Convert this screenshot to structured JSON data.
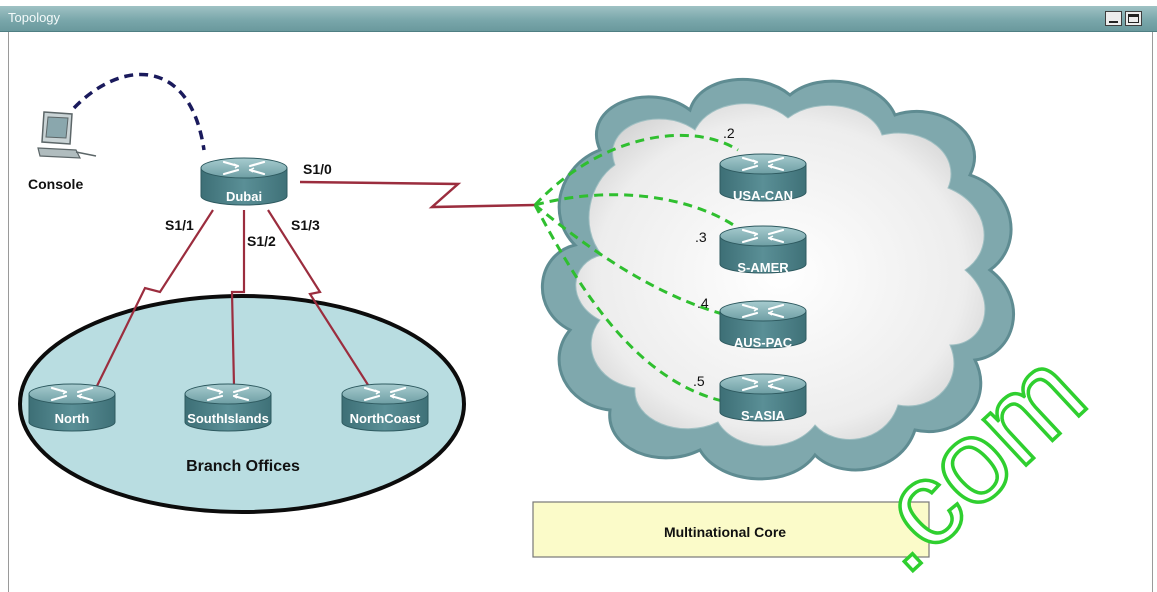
{
  "window": {
    "title": "Topology"
  },
  "devices": {
    "console": "Console",
    "hub": "Dubai",
    "branch_routers": [
      "North",
      "SouthIslands",
      "NorthCoast"
    ],
    "core_routers": [
      "USA-CAN",
      "S-AMER",
      "AUS-PAC",
      "S-ASIA"
    ]
  },
  "interfaces": {
    "s10": "S1/0",
    "s11": "S1/1",
    "s12": "S1/2",
    "s13": "S1/3"
  },
  "core_addresses": [
    ".2",
    ".3",
    ".4",
    ".5"
  ],
  "group_labels": {
    "branch": "Branch Offices",
    "core": "Multinational Core"
  },
  "watermark": ".com",
  "colors": {
    "titlebar": "#7aa7ab",
    "serial_link": "#9b2d3e",
    "frame_relay_pvc": "#2fbf2f",
    "console_cable": "#1a1a5c",
    "router_body": "#5a8f96",
    "branch_area": "#b9dde1",
    "core_label_box": "#fbfbc9",
    "watermark": "#2fcf2f"
  },
  "icons": [
    "computer-icon",
    "router-icon",
    "cloud-icon",
    "minimize-icon",
    "maximize-icon"
  ]
}
